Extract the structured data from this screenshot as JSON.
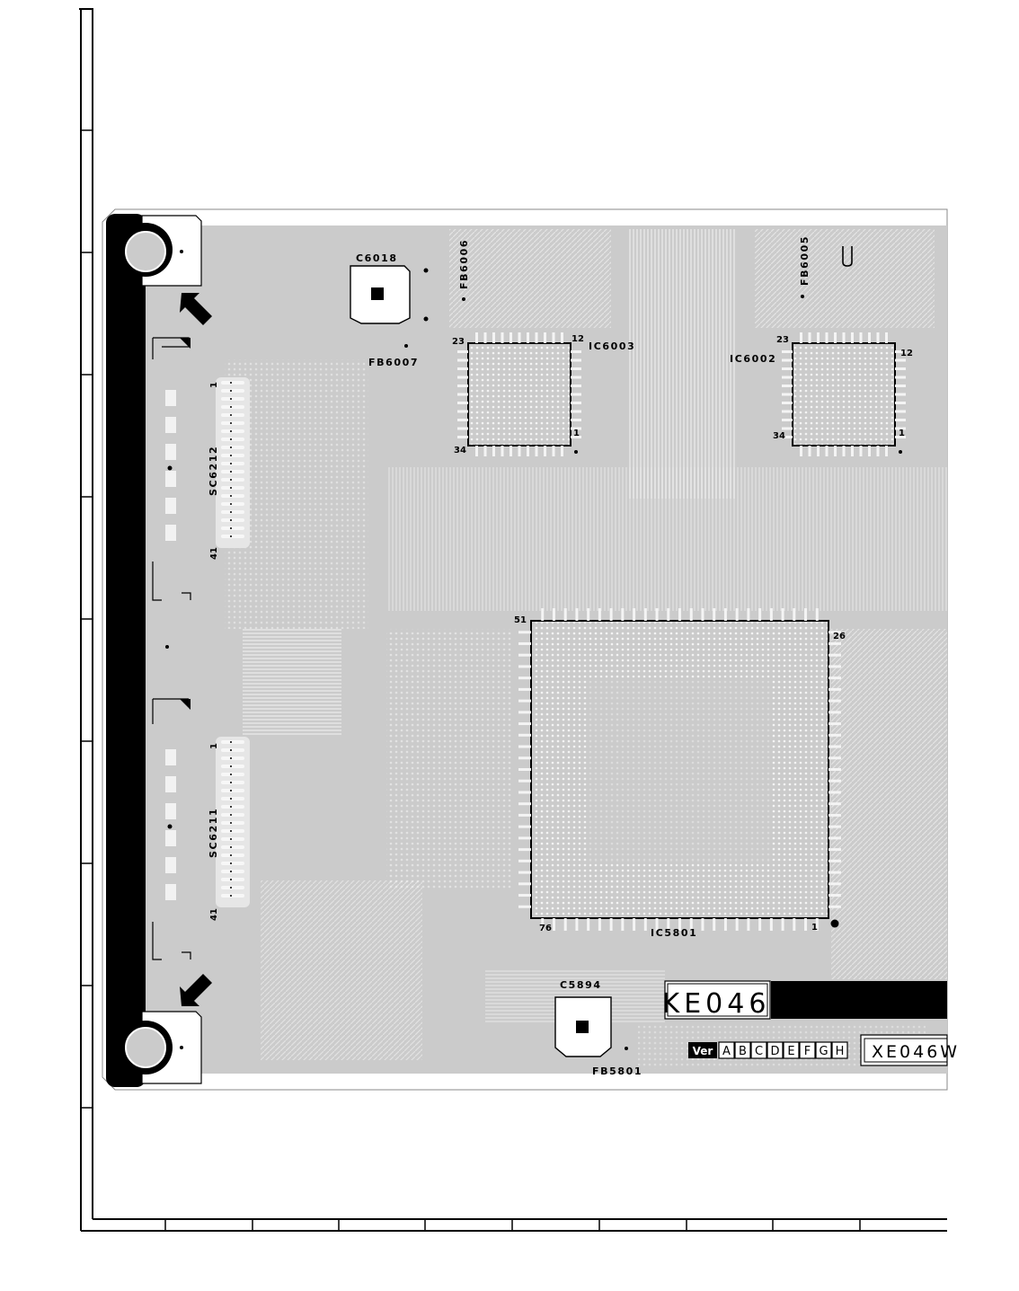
{
  "components": {
    "c6018": "C6018",
    "fb6006": "FB6006",
    "fb6007": "FB6007",
    "fb6005": "FB6005",
    "ic6003": "IC6003",
    "ic6002": "IC6002",
    "sc6212": "SC6212",
    "sc6211": "SC6211",
    "ic5801": "IC5801",
    "c5894": "C5894",
    "fb5801": "FB5801"
  },
  "pins": {
    "ic6003_tl": "23",
    "ic6003_tr": "12",
    "ic6003_bl": "34",
    "ic6003_br": "1",
    "ic6002_tl": "23",
    "ic6002_tr": "12",
    "ic6002_bl": "34",
    "ic6002_br": "1",
    "sc6212_top": "1",
    "sc6212_bot": "41",
    "sc6211_top": "1",
    "sc6211_bot": "41",
    "ic5801_tl": "51",
    "ic5801_tr": "26",
    "ic5801_bl": "76",
    "ic5801_br": "1"
  },
  "board": {
    "code": "KE046",
    "ver_label": "Ver",
    "versions": [
      "A",
      "B",
      "C",
      "D",
      "E",
      "F",
      "G",
      "H"
    ],
    "part": "XE046W"
  },
  "colors": {
    "board": "#cbcbcb",
    "ink": "#000000",
    "trace": "#f2f2f2"
  }
}
